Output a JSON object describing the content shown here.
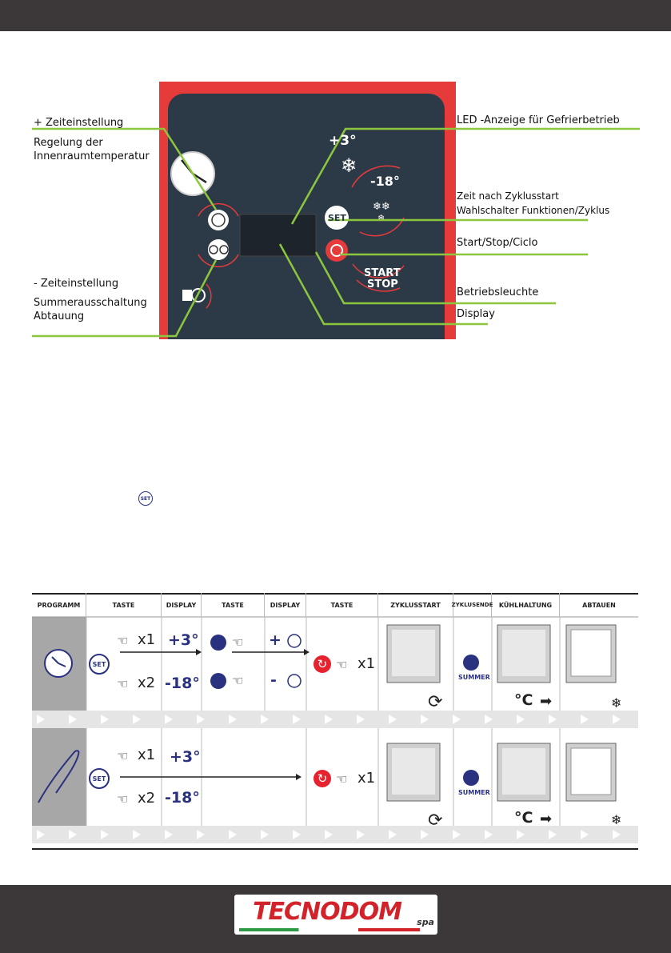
{
  "callouts": {
    "left_1": "+ Zeiteinstellung",
    "left_2": "Regelung der",
    "left_3": "Innenraumtemperatur",
    "left_4": "- Zeiteinstellung",
    "left_5": "Summerausschaltung",
    "left_6": "Abtauung",
    "right_1": "LED -Anzeige für Gefrierbetrieb",
    "right_2": "Zeit nach Zyklusstart",
    "right_3": "Wahlschalter Funktionen/Zyklus",
    "right_4": "Start/Stop/Ciclo",
    "right_5": "Betriebsleuchte",
    "right_6": "Display"
  },
  "panel": {
    "temp_pos": "+3°",
    "temp_neg": "-18°",
    "set_label": "SET",
    "start_label": "START",
    "stop_label": "STOP"
  },
  "inline_set": "SET",
  "table": {
    "headers": [
      "PROGRAMM",
      "TASTE",
      "DISPLAY",
      "TASTE",
      "DISPLAY",
      "TASTE",
      "ZYKLUSSTART",
      "ZYKLUSENDE",
      "KÜHLHALTUNG",
      "ABTAUEN"
    ],
    "x1": "x1",
    "x2": "x2",
    "temp_pos": "+3°",
    "temp_neg": "-18°",
    "plus": "+",
    "minus": "-",
    "summer": "SUMMER",
    "celsius": "°C"
  },
  "brand": {
    "name": "TECNODOM",
    "suffix": "spa"
  },
  "colors": {
    "bar": "#3c3839",
    "accent_green": "#8cc63f",
    "panel_red": "#e53b3b",
    "panel_dark": "#2c3a47",
    "text_blue": "#2a3280",
    "button_red": "#e5222e"
  }
}
